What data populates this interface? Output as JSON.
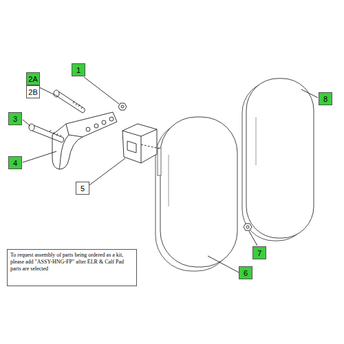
{
  "diagram": {
    "nodes": [
      {
        "text": [
          "1"
        ]
      },
      {
        "text": [
          "2A"
        ]
      },
      {
        "text": [
          "2B"
        ]
      },
      {
        "text": [
          "8"
        ]
      },
      {
        "text": [
          "3"
        ]
      },
      {
        "text": [
          "4"
        ]
      },
      {
        "text": [
          "5"
        ]
      },
      {
        "text": [
          "To request assembly of parts being ordered as a kit, please add \"ASSY-HNG-FP\" after ELR & Calf Pad parts are selected"
        ]
      },
      {
        "text": [
          "7"
        ]
      },
      {
        "text": [
          "6"
        ]
      }
    ]
  }
}
